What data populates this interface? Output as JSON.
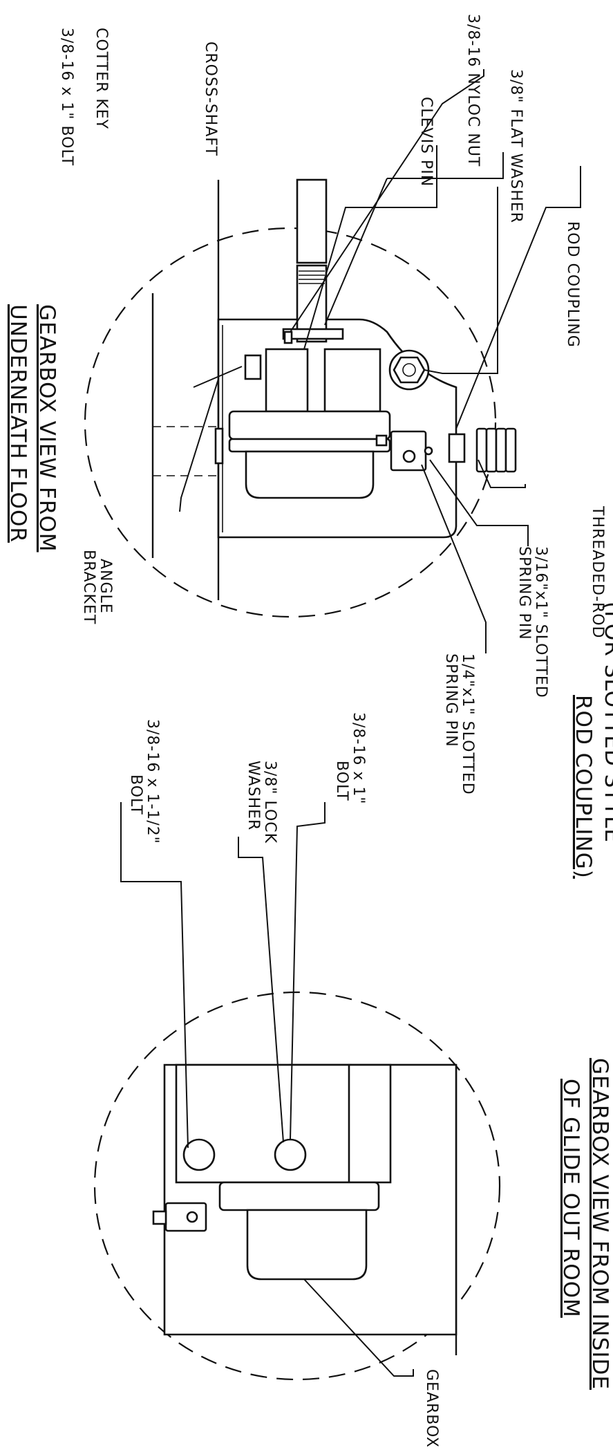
{
  "views": {
    "underneath": {
      "title_lines": [
        "GEARBOX VIEW FROM",
        "UNDERNEATH FLOOR"
      ],
      "callouts": {
        "cotter_key": "COTTER KEY",
        "bolt": "3/8-16 x 1\" BOLT",
        "cross_shaft": "CROSS-SHAFT",
        "nyloc_nut": "3/8-16 NYLOC NUT",
        "clevis_pin": "CLEVIS PIN",
        "flat_washer": "3/8\" FLAT WASHER",
        "rod_coupling": "ROD COUPLING",
        "threaded_rod": "THREADED-ROD",
        "spring_pin_316_lines": [
          "3/16\"x1\" SLOTTED",
          "SPRING PIN"
        ],
        "spring_pin_14_lines": [
          "1/4\"x1\" SLOTTED",
          "SPRING PIN"
        ],
        "angle_bracket_lines": [
          "ANGLE",
          "BRACKET"
        ]
      }
    },
    "coupling_note_lines": [
      "(FOR SLOTTED STYLE",
      "ROD COUPLING)"
    ],
    "inside": {
      "title_lines": [
        "GEARBOX VIEW FROM INSIDE",
        "OF GLIDE OUT ROOM"
      ],
      "callouts": {
        "bolt_1_lines": [
          "3/8-16 x 1\"",
          "BOLT"
        ],
        "lock_washer_lines": [
          "3/8\" LOCK",
          "WASHER"
        ],
        "bolt_1_5_lines": [
          "3/8-16 x 1-1/2\"",
          "BOLT"
        ],
        "gearbox": "GEARBOX"
      }
    }
  }
}
